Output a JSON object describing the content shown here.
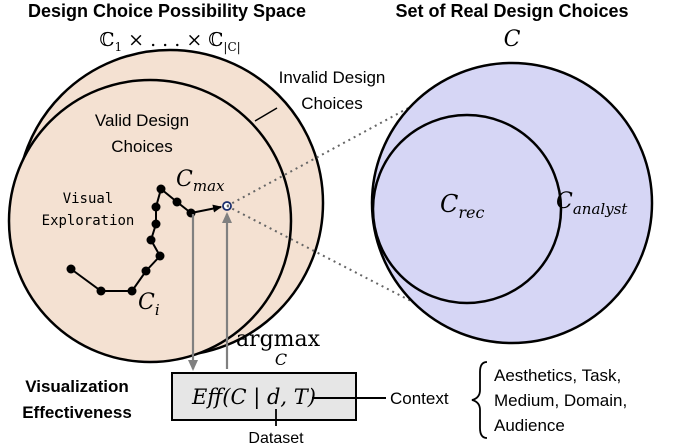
{
  "titles": {
    "left": "Design Choice Possibility Space",
    "left_math": {
      "set1": "ℂ",
      "sub1": "1",
      "middle": " × . . . × ",
      "set2": "ℂ",
      "sub2": "|C|"
    },
    "right": "Set of Real Design Choices",
    "right_math": "C"
  },
  "regions": {
    "invalid_line1": "Invalid Design",
    "invalid_line2": "Choices",
    "valid_line1": "Valid Design",
    "valid_line2": "Choices",
    "exploration_line1": "Visual",
    "exploration_line2": "Exploration"
  },
  "math_labels": {
    "c_max_main": "C",
    "c_max_sub": "max",
    "c_i_main": "C",
    "c_i_sub": "i",
    "c_rec_main": "C",
    "c_rec_sub": "rec",
    "c_analyst_main": "C",
    "c_analyst_sub": "analyst",
    "argmax": "argmax",
    "argmax_sub": "C"
  },
  "effectiveness": {
    "label_line1": "Visualization",
    "label_line2": "Effectiveness",
    "formula": "Eff(C | d, T)"
  },
  "context": {
    "label": "Context",
    "items_line1": "Aesthetics, Task,",
    "items_line2": "Medium, Domain,",
    "items_line3": "Audience"
  },
  "dataset": {
    "label": "Dataset"
  },
  "colors": {
    "valid_space_fill": "#f4e1d2",
    "real_set_fill": "#d6d6f5",
    "box_fill": "#e6e6e6",
    "arrow_gray": "#808080",
    "stroke": "#000000"
  }
}
